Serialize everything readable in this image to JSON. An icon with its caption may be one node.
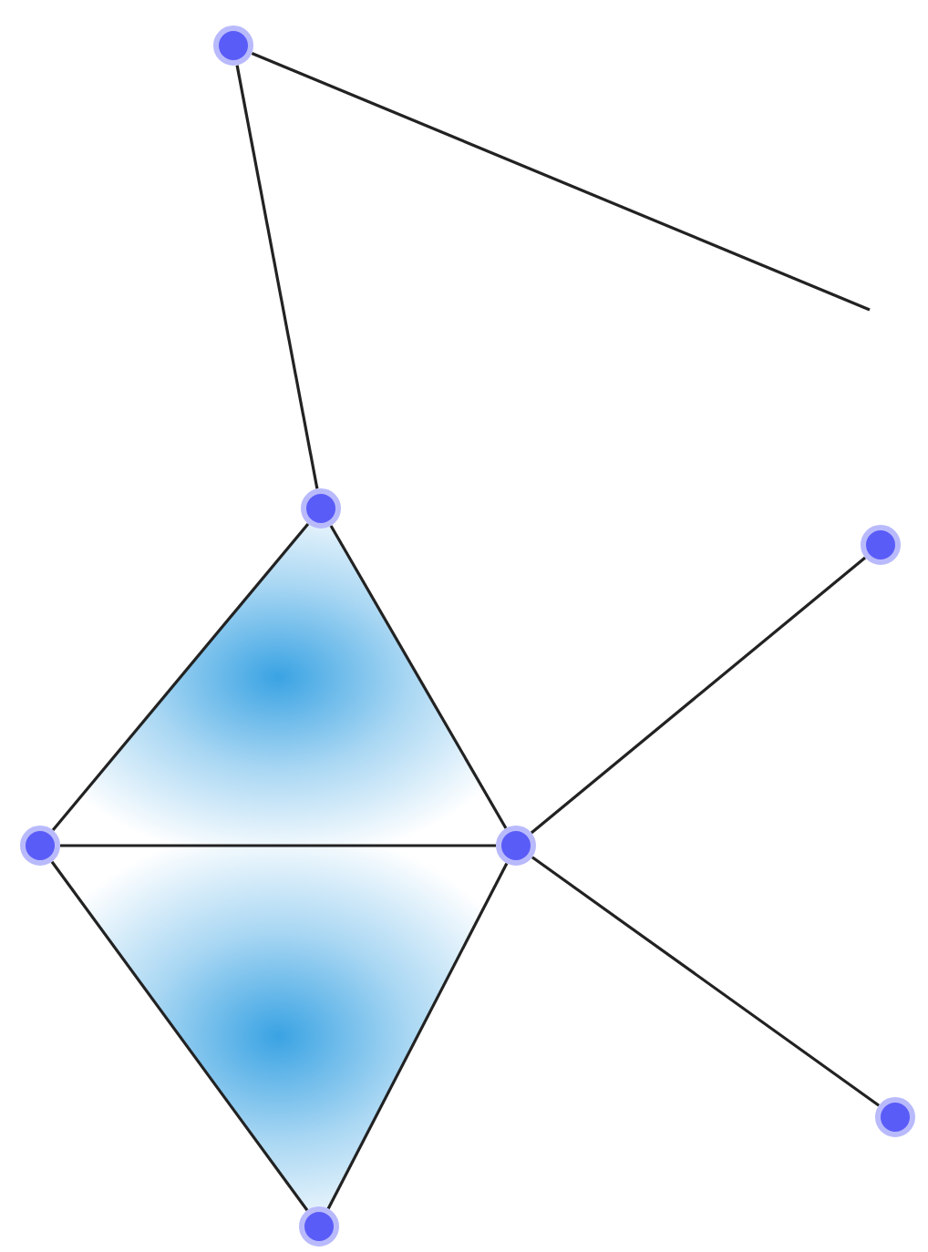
{
  "diagram": {
    "nodes": [
      {
        "text": [],
        "shape": "circle"
      },
      {
        "text": [],
        "shape": "circle"
      },
      {
        "text": [],
        "shape": "circle"
      },
      {
        "text": [],
        "shape": "circle"
      },
      {
        "text": [],
        "shape": "circle"
      },
      {
        "text": [],
        "shape": "circle"
      },
      {
        "text": [],
        "shape": "circle"
      }
    ],
    "edges": [
      {
        "from": 0,
        "to": null,
        "arrow": "none"
      },
      {
        "from": 0,
        "to": 1,
        "arrow": "none"
      },
      {
        "from": 1,
        "to": 2,
        "arrow": "none"
      },
      {
        "from": 1,
        "to": 3,
        "arrow": "none"
      },
      {
        "from": 2,
        "to": 3,
        "arrow": "none"
      },
      {
        "from": 3,
        "to": 4,
        "arrow": "none"
      },
      {
        "from": 3,
        "to": 5,
        "arrow": "none"
      },
      {
        "from": 2,
        "to": 6,
        "arrow": "none"
      },
      {
        "from": 3,
        "to": 6,
        "arrow": "none"
      }
    ]
  }
}
